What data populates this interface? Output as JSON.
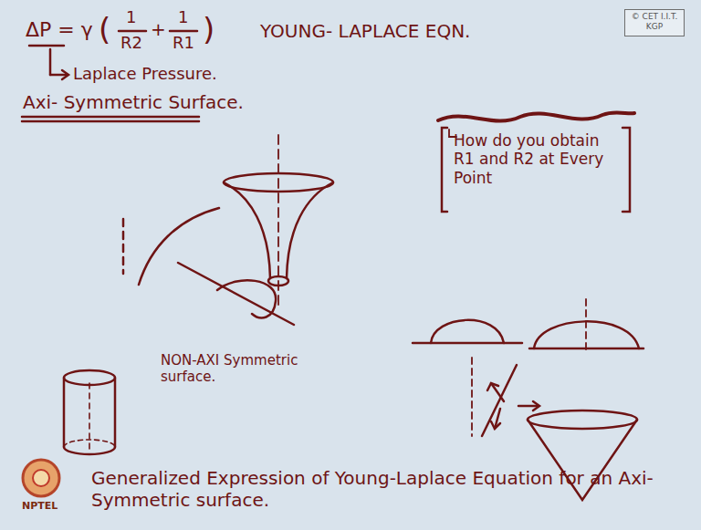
{
  "diagram": {
    "nodes": [
      {
        "text": [
          "© CET I.I.T. KGP"
        ]
      }
    ],
    "labels": [
      "ΔP = γ",
      "(",
      "1",
      "R2",
      "+",
      "1",
      "R1",
      ")",
      "YOUNG- LAPLACE EQN.",
      "Laplace Pressure.",
      "Axi- Symmetric Surface.",
      "How do you obtain R1 and R2 at Every Point",
      "NON-AXI Symmetric surface.",
      "Generalized Expression of Young-Laplace Equation for an Axi-Symmetric surface.",
      "NPTEL"
    ]
  }
}
